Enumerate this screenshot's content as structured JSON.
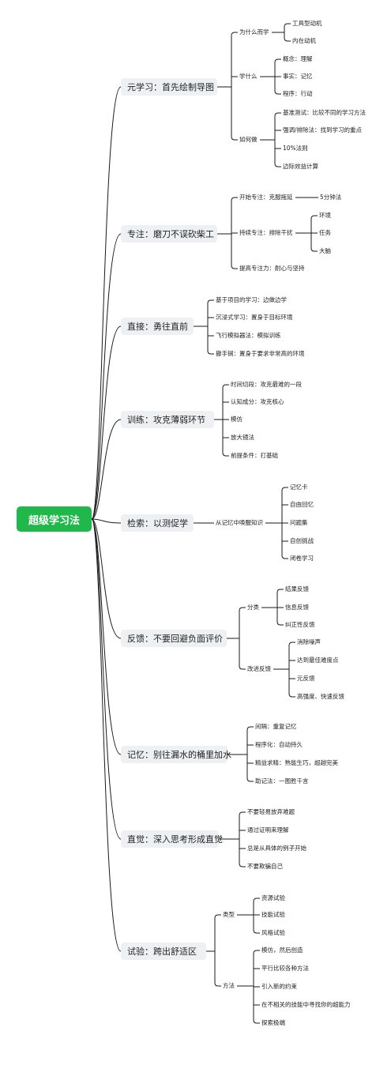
{
  "root": "超级学习法",
  "branches": [
    {
      "label": "元学习：首先绘制导图",
      "children": [
        {
          "label": "为什么而学",
          "children": [
            {
              "label": "工具型动机"
            },
            {
              "label": "内在动机"
            }
          ]
        },
        {
          "label": "学什么",
          "children": [
            {
              "label": "概念：理解"
            },
            {
              "label": "事实：记忆"
            },
            {
              "label": "程序：行动"
            }
          ]
        },
        {
          "label": "如何做",
          "children": [
            {
              "label": "基准测试：比较不同的学习方法"
            },
            {
              "label": "强调/排除法：找到学习的重点"
            },
            {
              "label": "10%法则"
            },
            {
              "label": "边际效益计算"
            }
          ]
        }
      ]
    },
    {
      "label": "专注：磨刀不误砍柴工",
      "children": [
        {
          "label": "开始专注：克服拖延",
          "children": [
            {
              "label": "5分钟法"
            }
          ]
        },
        {
          "label": "持续专注：排除干扰",
          "children": [
            {
              "label": "环境"
            },
            {
              "label": "任务"
            },
            {
              "label": "大脑"
            }
          ]
        },
        {
          "label": "提高专注力：耐心与坚持"
        }
      ]
    },
    {
      "label": "直接：勇往直前",
      "children": [
        {
          "label": "基于项目的学习：边做边学"
        },
        {
          "label": "沉浸式学习：置身于目标环境"
        },
        {
          "label": "飞行模拟器法：模拟训练"
        },
        {
          "label": "撤手锏：置身于要求非常高的环境"
        }
      ]
    },
    {
      "label": "训练：攻克薄弱环节",
      "children": [
        {
          "label": "时间切段：攻克最难的一段"
        },
        {
          "label": "认知成分：攻克核心"
        },
        {
          "label": "模仿"
        },
        {
          "label": "放大镜法"
        },
        {
          "label": "前提条件：打基础"
        }
      ]
    },
    {
      "label": "检索：以测促学",
      "children": [
        {
          "label": "从记忆中唤醒知识",
          "children": [
            {
              "label": "记忆卡"
            },
            {
              "label": "自由回忆"
            },
            {
              "label": "问题集"
            },
            {
              "label": "自创挑战"
            },
            {
              "label": "闭卷学习"
            }
          ]
        }
      ]
    },
    {
      "label": "反馈：不要回避负面评价",
      "children": [
        {
          "label": "分类",
          "children": [
            {
              "label": "结果反馈"
            },
            {
              "label": "信息反馈"
            },
            {
              "label": "纠正性反馈"
            }
          ]
        },
        {
          "label": "改进反馈",
          "children": [
            {
              "label": "消除噪声"
            },
            {
              "label": "达到最佳难度点"
            },
            {
              "label": "元反馈"
            },
            {
              "label": "高强度、快速反馈"
            }
          ]
        }
      ]
    },
    {
      "label": "记忆：别往漏水的桶里加水",
      "children": [
        {
          "label": "间隔：重复记忆"
        },
        {
          "label": "程序化：自动持久"
        },
        {
          "label": "精益求精：熟能生巧，超越完美"
        },
        {
          "label": "助记法：一图胜千言"
        }
      ]
    },
    {
      "label": "直觉：深入思考形成直觉",
      "children": [
        {
          "label": "不要轻易放弃难题"
        },
        {
          "label": "通过证明来理解"
        },
        {
          "label": "总是从具体的例子开始"
        },
        {
          "label": "不要欺骗自己"
        }
      ]
    },
    {
      "label": "试验：跨出舒适区",
      "children": [
        {
          "label": "类型",
          "children": [
            {
              "label": "资源试验"
            },
            {
              "label": "技能试验"
            },
            {
              "label": "风格试验"
            }
          ]
        },
        {
          "label": "方法",
          "children": [
            {
              "label": "模仿，然后创造"
            },
            {
              "label": "平行比较各种方法"
            },
            {
              "label": "引入新的约束"
            },
            {
              "label": "在不相关的技能中寻找你的超能力"
            },
            {
              "label": "探索极端"
            }
          ]
        }
      ]
    }
  ]
}
